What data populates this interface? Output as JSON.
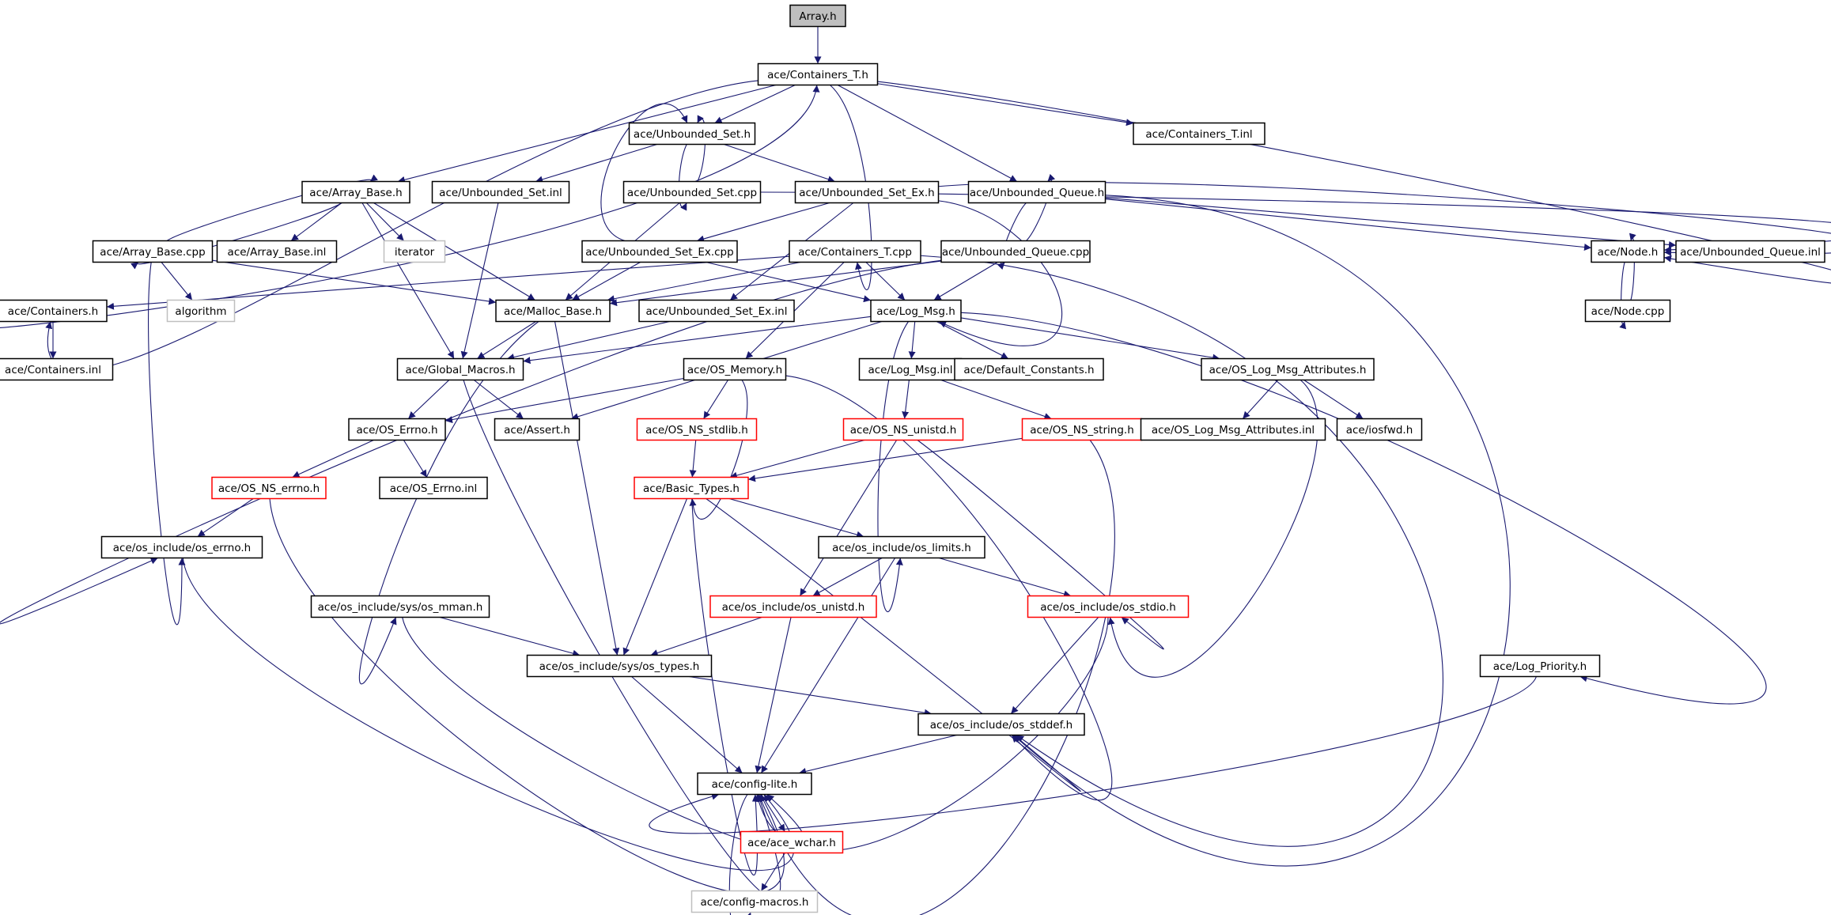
{
  "colors": {
    "edge": "#191970",
    "normal_border": "#000000",
    "missing_border": "#ff0000",
    "external_border": "#bfbfbf",
    "root_fill": "#bfbfbf",
    "node_fill": "#ffffff"
  },
  "nodes": [
    {
      "id": "array_h",
      "label": "Array.h",
      "style": "root"
    },
    {
      "id": "containers_t_h",
      "label": "ace/Containers_T.h",
      "style": "normal"
    },
    {
      "id": "unbounded_set_h",
      "label": "ace/Unbounded_Set.h",
      "style": "normal"
    },
    {
      "id": "containers_t_inl",
      "label": "ace/Containers_T.inl",
      "style": "normal"
    },
    {
      "id": "array_base_h",
      "label": "ace/Array_Base.h",
      "style": "normal"
    },
    {
      "id": "unbounded_set_inl",
      "label": "ace/Unbounded_Set.inl",
      "style": "normal"
    },
    {
      "id": "unbounded_set_cpp",
      "label": "ace/Unbounded_Set.cpp",
      "style": "normal"
    },
    {
      "id": "unbounded_set_ex_h",
      "label": "ace/Unbounded_Set_Ex.h",
      "style": "normal"
    },
    {
      "id": "unbounded_queue_h",
      "label": "ace/Unbounded_Queue.h",
      "style": "normal"
    },
    {
      "id": "array_base_cpp",
      "label": "ace/Array_Base.cpp",
      "style": "normal"
    },
    {
      "id": "array_base_inl",
      "label": "ace/Array_Base.inl",
      "style": "normal"
    },
    {
      "id": "iterator",
      "label": "iterator",
      "style": "external"
    },
    {
      "id": "unbounded_set_ex_cpp",
      "label": "ace/Unbounded_Set_Ex.cpp",
      "style": "normal"
    },
    {
      "id": "containers_t_cpp",
      "label": "ace/Containers_T.cpp",
      "style": "normal"
    },
    {
      "id": "unbounded_queue_cpp",
      "label": "ace/Unbounded_Queue.cpp",
      "style": "normal"
    },
    {
      "id": "node_h",
      "label": "ace/Node.h",
      "style": "normal"
    },
    {
      "id": "unbounded_queue_inl",
      "label": "ace/Unbounded_Queue.inl",
      "style": "normal"
    },
    {
      "id": "containers_h",
      "label": "ace/Containers.h",
      "style": "normal"
    },
    {
      "id": "algorithm",
      "label": "algorithm",
      "style": "external"
    },
    {
      "id": "malloc_base_h",
      "label": "ace/Malloc_Base.h",
      "style": "normal"
    },
    {
      "id": "unbounded_set_ex_inl",
      "label": "ace/Unbounded_Set_Ex.inl",
      "style": "normal"
    },
    {
      "id": "log_msg_h",
      "label": "ace/Log_Msg.h",
      "style": "normal"
    },
    {
      "id": "node_cpp",
      "label": "ace/Node.cpp",
      "style": "normal"
    },
    {
      "id": "containers_inl",
      "label": "ace/Containers.inl",
      "style": "normal"
    },
    {
      "id": "global_macros_h",
      "label": "ace/Global_Macros.h",
      "style": "normal"
    },
    {
      "id": "os_memory_h",
      "label": "ace/OS_Memory.h",
      "style": "normal"
    },
    {
      "id": "log_msg_inl",
      "label": "ace/Log_Msg.inl",
      "style": "normal"
    },
    {
      "id": "default_constants_h",
      "label": "ace/Default_Constants.h",
      "style": "normal"
    },
    {
      "id": "os_log_msg_attributes_h",
      "label": "ace/OS_Log_Msg_Attributes.h",
      "style": "normal"
    },
    {
      "id": "os_errno_h",
      "label": "ace/OS_Errno.h",
      "style": "normal"
    },
    {
      "id": "assert_h",
      "label": "ace/Assert.h",
      "style": "normal"
    },
    {
      "id": "os_ns_stdlib_h",
      "label": "ace/OS_NS_stdlib.h",
      "style": "missing"
    },
    {
      "id": "os_ns_unistd_h",
      "label": "ace/OS_NS_unistd.h",
      "style": "missing"
    },
    {
      "id": "os_ns_string_h",
      "label": "ace/OS_NS_string.h",
      "style": "missing"
    },
    {
      "id": "os_log_msg_attributes_inl",
      "label": "ace/OS_Log_Msg_Attributes.inl",
      "style": "normal"
    },
    {
      "id": "iosfwd_h",
      "label": "ace/iosfwd.h",
      "style": "normal"
    },
    {
      "id": "os_ns_errno_h",
      "label": "ace/OS_NS_errno.h",
      "style": "missing"
    },
    {
      "id": "os_errno_inl",
      "label": "ace/OS_Errno.inl",
      "style": "normal"
    },
    {
      "id": "basic_types_h",
      "label": "ace/Basic_Types.h",
      "style": "missing"
    },
    {
      "id": "os_include_os_errno_h",
      "label": "ace/os_include/os_errno.h",
      "style": "normal"
    },
    {
      "id": "os_include_os_limits_h",
      "label": "ace/os_include/os_limits.h",
      "style": "normal"
    },
    {
      "id": "os_include_sys_os_mman_h",
      "label": "ace/os_include/sys/os_mman.h",
      "style": "normal"
    },
    {
      "id": "os_include_os_unistd_h",
      "label": "ace/os_include/os_unistd.h",
      "style": "missing"
    },
    {
      "id": "os_include_os_stdio_h",
      "label": "ace/os_include/os_stdio.h",
      "style": "missing"
    },
    {
      "id": "os_include_sys_os_types_h",
      "label": "ace/os_include/sys/os_types.h",
      "style": "normal"
    },
    {
      "id": "log_priority_h",
      "label": "ace/Log_Priority.h",
      "style": "normal"
    },
    {
      "id": "os_include_os_stddef_h",
      "label": "ace/os_include/os_stddef.h",
      "style": "normal"
    },
    {
      "id": "config_lite_h",
      "label": "ace/config-lite.h",
      "style": "normal"
    },
    {
      "id": "ace_wchar_h",
      "label": "ace/ace_wchar.h",
      "style": "missing"
    },
    {
      "id": "config_macros_h",
      "label": "ace/config-macros.h",
      "style": "external"
    }
  ],
  "edges": [
    [
      "array_h",
      "containers_t_h"
    ],
    [
      "containers_t_h",
      "unbounded_set_h"
    ],
    [
      "containers_t_h",
      "containers_t_inl"
    ],
    [
      "containers_t_h",
      "array_base_h"
    ],
    [
      "containers_t_h",
      "unbounded_queue_h"
    ],
    [
      "containers_t_h",
      "node_h"
    ],
    [
      "containers_t_h",
      "containers_t_cpp"
    ],
    [
      "containers_t_h",
      "containers_h"
    ],
    [
      "unbounded_set_h",
      "unbounded_set_inl"
    ],
    [
      "unbounded_set_h",
      "unbounded_set_cpp"
    ],
    [
      "unbounded_set_h",
      "unbounded_set_ex_h"
    ],
    [
      "unbounded_set_cpp",
      "unbounded_set_h"
    ],
    [
      "unbounded_set_cpp",
      "malloc_base_h"
    ],
    [
      "unbounded_set_cpp",
      "node_h"
    ],
    [
      "unbounded_set_ex_h",
      "unbounded_set_ex_cpp"
    ],
    [
      "unbounded_set_ex_h",
      "unbounded_set_ex_inl"
    ],
    [
      "unbounded_set_ex_h",
      "node_h"
    ],
    [
      "unbounded_set_ex_h",
      "log_msg_h"
    ],
    [
      "unbounded_set_ex_cpp",
      "unbounded_set_h"
    ],
    [
      "unbounded_set_ex_cpp",
      "malloc_base_h"
    ],
    [
      "unbounded_set_ex_cpp",
      "log_msg_h"
    ],
    [
      "array_base_h",
      "array_base_cpp"
    ],
    [
      "array_base_h",
      "array_base_inl"
    ],
    [
      "array_base_h",
      "iterator"
    ],
    [
      "array_base_h",
      "global_macros_h"
    ],
    [
      "array_base_h",
      "malloc_base_h"
    ],
    [
      "array_base_cpp",
      "array_base_h"
    ],
    [
      "array_base_cpp",
      "algorithm"
    ],
    [
      "array_base_cpp",
      "malloc_base_h"
    ],
    [
      "array_base_cpp",
      "os_include_os_errno_h"
    ],
    [
      "unbounded_set_inl",
      "global_macros_h"
    ],
    [
      "unbounded_queue_h",
      "unbounded_queue_cpp"
    ],
    [
      "unbounded_queue_h",
      "unbounded_queue_inl"
    ],
    [
      "unbounded_queue_h",
      "node_h"
    ],
    [
      "unbounded_queue_h",
      "os_include_os_stddef_h"
    ],
    [
      "unbounded_queue_cpp",
      "unbounded_queue_h"
    ],
    [
      "unbounded_queue_cpp",
      "malloc_base_h"
    ],
    [
      "unbounded_queue_cpp",
      "log_msg_h"
    ],
    [
      "unbounded_queue_cpp",
      "os_include_os_errno_h"
    ],
    [
      "containers_t_cpp",
      "containers_h"
    ],
    [
      "containers_t_cpp",
      "malloc_base_h"
    ],
    [
      "containers_t_cpp",
      "log_msg_h"
    ],
    [
      "containers_t_cpp",
      "os_memory_h"
    ],
    [
      "containers_t_cpp",
      "os_include_os_stddef_h"
    ],
    [
      "containers_h",
      "containers_t_h"
    ],
    [
      "containers_h",
      "containers_inl"
    ],
    [
      "node_h",
      "node_cpp"
    ],
    [
      "node_cpp",
      "node_h"
    ],
    [
      "malloc_base_h",
      "global_macros_h"
    ],
    [
      "malloc_base_h",
      "os_include_sys_os_mman_h"
    ],
    [
      "malloc_base_h",
      "os_include_sys_os_types_h"
    ],
    [
      "unbounded_set_ex_inl",
      "global_macros_h"
    ],
    [
      "log_msg_h",
      "global_macros_h"
    ],
    [
      "log_msg_h",
      "assert_h"
    ],
    [
      "log_msg_h",
      "log_msg_inl"
    ],
    [
      "log_msg_h",
      "default_constants_h"
    ],
    [
      "log_msg_h",
      "os_log_msg_attributes_h"
    ],
    [
      "log_msg_h",
      "os_include_os_limits_h"
    ],
    [
      "log_msg_h",
      "log_priority_h"
    ],
    [
      "global_macros_h",
      "os_errno_h"
    ],
    [
      "global_macros_h",
      "assert_h"
    ],
    [
      "global_macros_h",
      "config_lite_h"
    ],
    [
      "os_memory_h",
      "os_errno_h"
    ],
    [
      "os_memory_h",
      "os_ns_stdlib_h"
    ],
    [
      "os_memory_h",
      "basic_types_h"
    ],
    [
      "os_memory_h",
      "os_include_os_stddef_h"
    ],
    [
      "log_msg_inl",
      "os_ns_unistd_h"
    ],
    [
      "log_msg_inl",
      "os_ns_string_h"
    ],
    [
      "os_log_msg_attributes_h",
      "os_log_msg_attributes_inl"
    ],
    [
      "os_log_msg_attributes_h",
      "iosfwd_h"
    ],
    [
      "os_log_msg_attributes_h",
      "os_include_os_stdio_h"
    ],
    [
      "os_errno_h",
      "os_ns_errno_h"
    ],
    [
      "os_errno_h",
      "os_errno_inl"
    ],
    [
      "os_ns_stdlib_h",
      "basic_types_h"
    ],
    [
      "os_ns_unistd_h",
      "basic_types_h"
    ],
    [
      "os_ns_unistd_h",
      "os_include_os_unistd_h"
    ],
    [
      "os_ns_unistd_h",
      "os_include_os_stdio_h"
    ],
    [
      "os_ns_string_h",
      "basic_types_h"
    ],
    [
      "os_ns_string_h",
      "config_lite_h"
    ],
    [
      "os_ns_errno_h",
      "os_include_os_errno_h"
    ],
    [
      "os_ns_errno_h",
      "config_lite_h"
    ],
    [
      "basic_types_h",
      "os_include_os_limits_h"
    ],
    [
      "basic_types_h",
      "os_include_sys_os_types_h"
    ],
    [
      "basic_types_h",
      "os_include_os_stddef_h"
    ],
    [
      "basic_types_h",
      "config_lite_h"
    ],
    [
      "os_include_os_errno_h",
      "config_lite_h"
    ],
    [
      "os_include_os_limits_h",
      "os_include_os_unistd_h"
    ],
    [
      "os_include_os_limits_h",
      "os_include_os_stdio_h"
    ],
    [
      "os_include_os_limits_h",
      "config_lite_h"
    ],
    [
      "os_include_sys_os_mman_h",
      "os_include_sys_os_types_h"
    ],
    [
      "os_include_sys_os_mman_h",
      "config_lite_h"
    ],
    [
      "os_include_os_unistd_h",
      "os_include_sys_os_types_h"
    ],
    [
      "os_include_os_unistd_h",
      "config_lite_h"
    ],
    [
      "os_include_os_stdio_h",
      "os_include_os_stddef_h"
    ],
    [
      "os_include_os_stdio_h",
      "config_lite_h"
    ],
    [
      "os_include_sys_os_types_h",
      "os_include_os_stddef_h"
    ],
    [
      "os_include_sys_os_types_h",
      "config_lite_h"
    ],
    [
      "log_priority_h",
      "config_lite_h"
    ],
    [
      "os_include_os_stddef_h",
      "config_lite_h"
    ],
    [
      "config_lite_h",
      "ace_wchar_h"
    ],
    [
      "config_lite_h",
      "config_macros_h"
    ],
    [
      "ace_wchar_h",
      "config_macros_h"
    ]
  ]
}
